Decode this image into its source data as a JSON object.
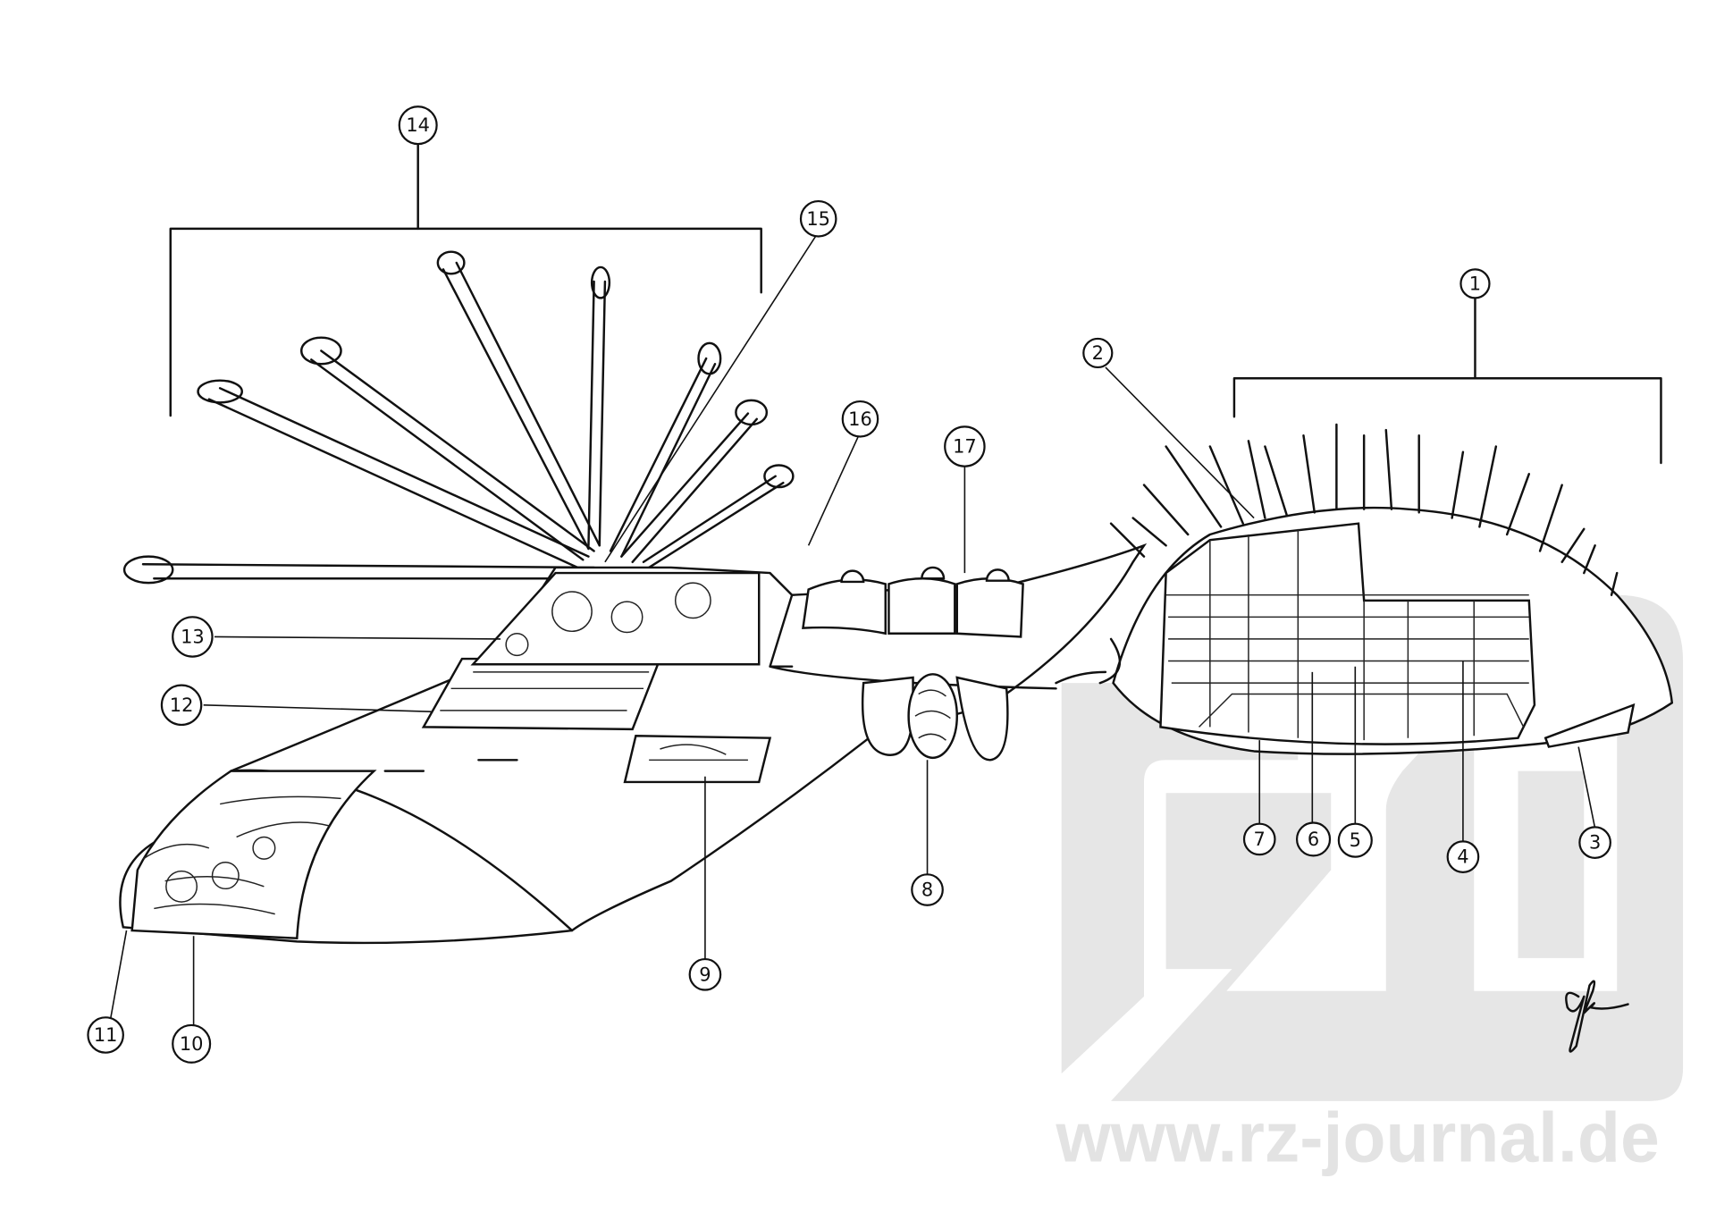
{
  "watermark": {
    "text": "www.rz-journal.de",
    "logo": "rz"
  },
  "signature": "gk",
  "callouts": [
    {
      "id": "c1",
      "label": "1"
    },
    {
      "id": "c2",
      "label": "2"
    },
    {
      "id": "c3",
      "label": "3"
    },
    {
      "id": "c4",
      "label": "4"
    },
    {
      "id": "c5",
      "label": "5"
    },
    {
      "id": "c6",
      "label": "6"
    },
    {
      "id": "c7",
      "label": "7"
    },
    {
      "id": "c8",
      "label": "8"
    },
    {
      "id": "c9",
      "label": "9"
    },
    {
      "id": "c10",
      "label": "10"
    },
    {
      "id": "c11",
      "label": "11"
    },
    {
      "id": "c12",
      "label": "12"
    },
    {
      "id": "c13",
      "label": "13"
    },
    {
      "id": "c14",
      "label": "14"
    },
    {
      "id": "c15",
      "label": "15"
    },
    {
      "id": "c16",
      "label": "16"
    },
    {
      "id": "c17",
      "label": "17"
    }
  ]
}
